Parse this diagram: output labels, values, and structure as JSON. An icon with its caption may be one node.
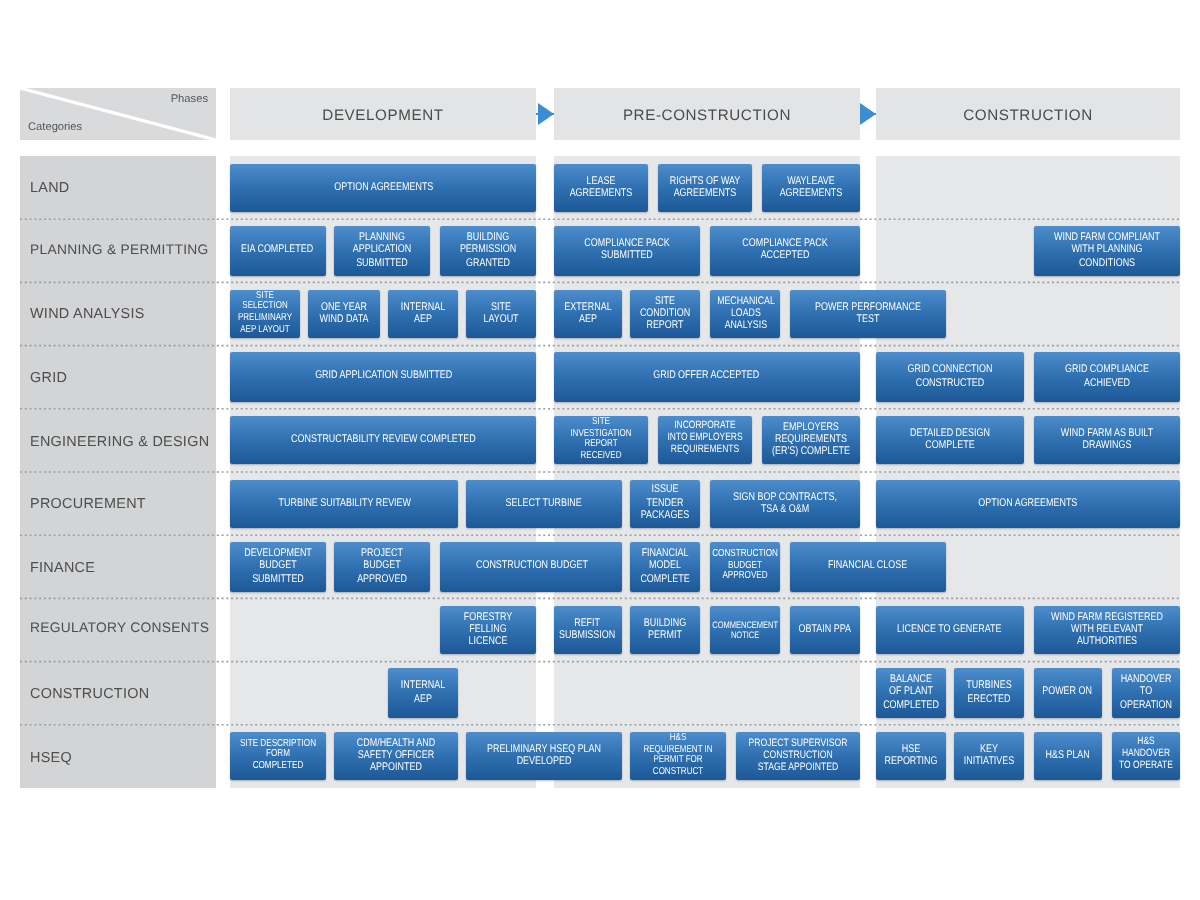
{
  "diagram": {
    "nodes": [
      {
        "text": [
          "Phases",
          "Categories"
        ]
      },
      {
        "text": [
          "DEVELOPMENT"
        ]
      },
      {
        "text": [
          "PRE-CONSTRUCTION"
        ]
      },
      {
        "text": [
          "CONSTRUCTION"
        ]
      },
      {
        "text": [
          "LAND"
        ]
      },
      {
        "text": [
          "OPTION AGREEMENTS"
        ]
      },
      {
        "text": [
          "LEASE AGREEMENTS"
        ]
      },
      {
        "text": [
          "RIGHTS OF WAY AGREEMENTS"
        ]
      },
      {
        "text": [
          "WAYLEAVE AGREEMENTS"
        ]
      },
      {
        "text": [
          "PLANNING & PERMITTING"
        ]
      },
      {
        "text": [
          "EIA COMPLETED"
        ]
      },
      {
        "text": [
          "PLANNING APPLICATION SUBMITTED"
        ]
      },
      {
        "text": [
          "BUILDING PERMISSION GRANTED"
        ]
      },
      {
        "text": [
          "COMPLIANCE PACK SUBMITTED"
        ]
      },
      {
        "text": [
          "COMPLIANCE PACK ACCEPTED"
        ]
      },
      {
        "text": [
          "WIND FARM COMPLIANT WITH PLANNING CONDITIONS"
        ]
      },
      {
        "text": [
          "WIND ANALYSIS"
        ]
      },
      {
        "text": [
          "SITE SELECTION PRELIMINARY AEP LAYOUT"
        ]
      },
      {
        "text": [
          "ONE YEAR WIND DATA"
        ]
      },
      {
        "text": [
          "INTERNAL AEP"
        ]
      },
      {
        "text": [
          "SITE LAYOUT"
        ]
      },
      {
        "text": [
          "EXTERNAL AEP"
        ]
      },
      {
        "text": [
          "SITE CONDITION REPORT"
        ]
      },
      {
        "text": [
          "MECHANICAL LOADS ANALYSIS"
        ]
      },
      {
        "text": [
          "POWER PERFORMANCE TEST"
        ]
      },
      {
        "text": [
          "GRID"
        ]
      },
      {
        "text": [
          "GRID APPLICATION SUBMITTED"
        ]
      },
      {
        "text": [
          "GRID OFFER ACCEPTED"
        ]
      },
      {
        "text": [
          "GRID CONNECTION CONSTRUCTED"
        ]
      },
      {
        "text": [
          "GRID COMPLIANCE ACHIEVED"
        ]
      },
      {
        "text": [
          "ENGINEERING & DESIGN"
        ]
      },
      {
        "text": [
          "CONSTRUCTABILITY REVIEW COMPLETED"
        ]
      },
      {
        "text": [
          "SITE INVESTIGATION REPORT RECEIVED"
        ]
      },
      {
        "text": [
          "INCORPORATE INTO EMPLOYERS REQUIREMENTS"
        ]
      },
      {
        "text": [
          "EMPLOYERS REQUIREMENTS (ER'S) COMPLETE"
        ]
      },
      {
        "text": [
          "DETAILED DESIGN COMPLETE"
        ]
      },
      {
        "text": [
          "WIND FARM AS BUILT DRAWINGS"
        ]
      },
      {
        "text": [
          "PROCUREMENT"
        ]
      },
      {
        "text": [
          "TURBINE SUITABILITY REVIEW"
        ]
      },
      {
        "text": [
          "SELECT TURBINE"
        ]
      },
      {
        "text": [
          "ISSUE TENDER PACKAGES"
        ]
      },
      {
        "text": [
          "SIGN BOP CONTRACTS, TSA & O&M"
        ]
      },
      {
        "text": [
          "OPTION AGREEMENTS"
        ]
      },
      {
        "text": [
          "FINANCE"
        ]
      },
      {
        "text": [
          "DEVELOPMENT BUDGET SUBMITTED"
        ]
      },
      {
        "text": [
          "PROJECT BUDGET APPROVED"
        ]
      },
      {
        "text": [
          "CONSTRUCTION BUDGET"
        ]
      },
      {
        "text": [
          "FINANCIAL MODEL COMPLETE"
        ]
      },
      {
        "text": [
          "CONSTRUCTION BUDGET APPROVED"
        ]
      },
      {
        "text": [
          "FINANCIAL CLOSE"
        ]
      },
      {
        "text": [
          "REGULATORY CONSENTS"
        ]
      },
      {
        "text": [
          "FORESTRY FELLING LICENCE"
        ]
      },
      {
        "text": [
          "REFIT SUBMISSION"
        ]
      },
      {
        "text": [
          "BUILDING PERMIT"
        ]
      },
      {
        "text": [
          "COMMENCEMENT NOTICE"
        ]
      },
      {
        "text": [
          "OBTAIN PPA"
        ]
      },
      {
        "text": [
          "LICENCE TO GENERATE"
        ]
      },
      {
        "text": [
          "WIND FARM REGISTERED WITH RELEVANT AUTHORITIES"
        ]
      },
      {
        "text": [
          "CONSTRUCTION"
        ]
      },
      {
        "text": [
          "INTERNAL AEP"
        ]
      },
      {
        "text": [
          "BALANCE OF PLANT COMPLETED"
        ]
      },
      {
        "text": [
          "TURBINES ERECTED"
        ]
      },
      {
        "text": [
          "POWER ON"
        ]
      },
      {
        "text": [
          "HANDOVER TO OPERATION"
        ]
      },
      {
        "text": [
          "HSEQ"
        ]
      },
      {
        "text": [
          "SITE DESCRIPTION FORM COMPLETED"
        ]
      },
      {
        "text": [
          "CDM/HEALTH AND SAFETY OFFICER APPOINTED"
        ]
      },
      {
        "text": [
          "PRELIMINARY HSEQ PLAN DEVELOPED"
        ]
      },
      {
        "text": [
          "H&S REQUIREMENT IN PERMIT FOR CONSTRUCT"
        ]
      },
      {
        "text": [
          "PROJECT SUPERVISOR CONSTRUCTION STAGE APPOINTED"
        ]
      },
      {
        "text": [
          "HSE REPORTING"
        ]
      },
      {
        "text": [
          "KEY INITIATIVES"
        ]
      },
      {
        "text": [
          "H&S PLAN"
        ]
      },
      {
        "text": [
          "H&S HANDOVER TO OPERATE"
        ]
      }
    ],
    "edges": [
      {
        "from": 1,
        "to": 2,
        "arrow": "to"
      },
      {
        "from": 2,
        "to": 3,
        "arrow": "to"
      }
    ]
  }
}
